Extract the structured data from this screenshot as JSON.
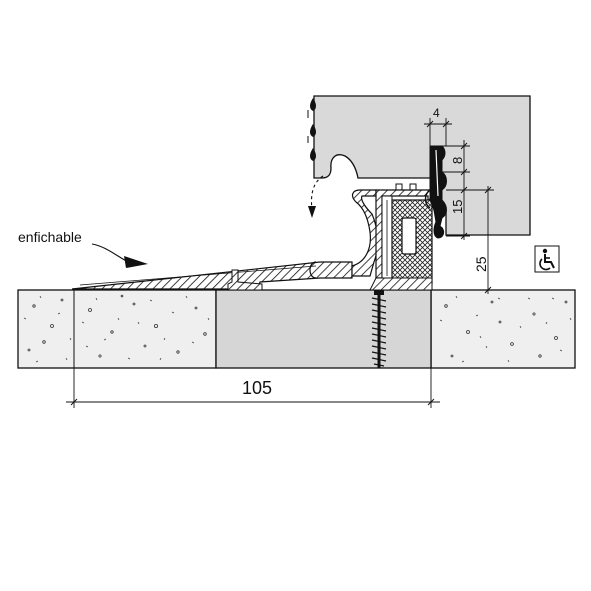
{
  "labels": {
    "insert_note": "enfichable",
    "dim_width": "105",
    "dim_seal_gap": "4",
    "dim_seal_upper": "8",
    "dim_seal_lower": "15",
    "dim_threshold_height": "25"
  },
  "icons": {
    "accessibility": "wheelchair-icon"
  },
  "colors": {
    "door_fill": "#d9d9d9",
    "concrete_fill": "#efefef",
    "insert_fill": "#d6d6d6",
    "line": "#111111",
    "seal_black": "#111111"
  }
}
